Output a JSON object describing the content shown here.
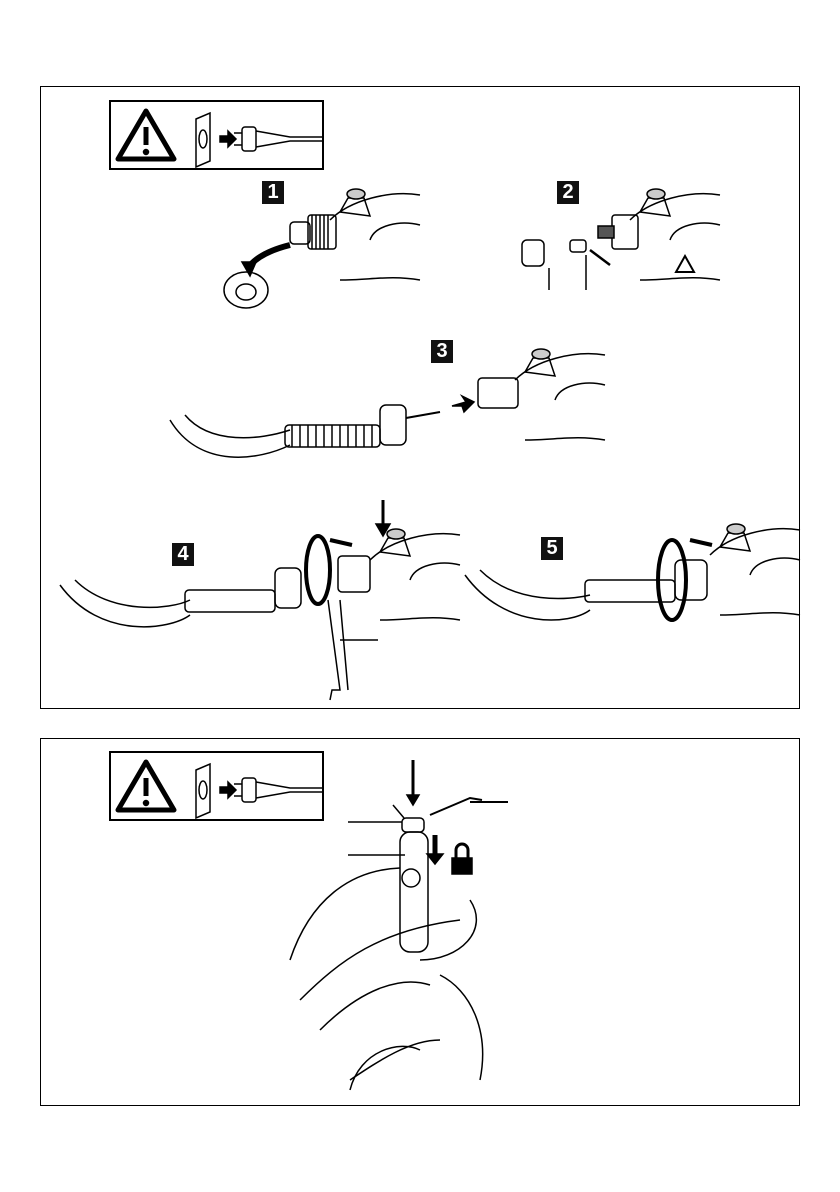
{
  "steps": [
    {
      "number": "1"
    },
    {
      "number": "2"
    },
    {
      "number": "3"
    },
    {
      "number": "4"
    },
    {
      "number": "5"
    }
  ],
  "icons": [
    "warning-triangle-icon",
    "unplug-icon",
    "lock-icon",
    "arrow-icon"
  ],
  "colors": {
    "ink": "#000000",
    "paper": "#ffffff",
    "step_badge": "#111111"
  }
}
